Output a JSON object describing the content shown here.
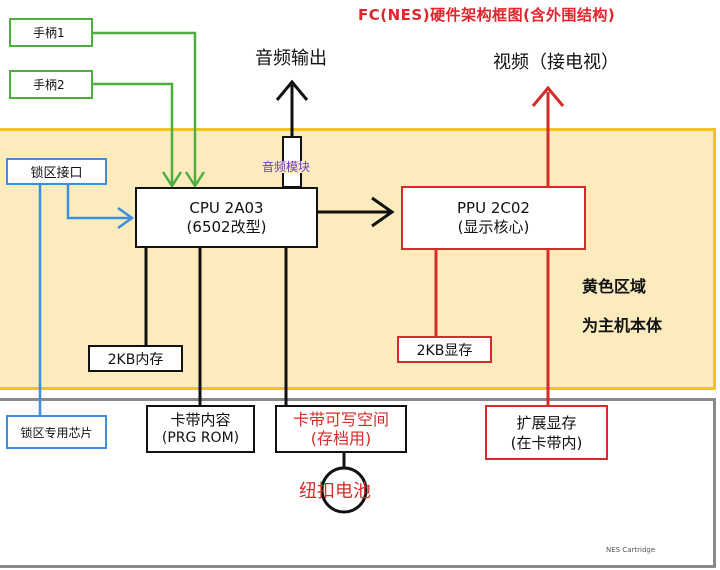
{
  "title": "FC(NES)硬件架构框图(含外围结构)",
  "audio_out": "音频输出",
  "video_out": "视频（接电视）",
  "controller1": "手柄1",
  "controller2": "手柄2",
  "lockout_port": "锁区接口",
  "audio_module": "音频模块",
  "cpu": {
    "line1": "CPU 2A03",
    "line2": "(6502改型)"
  },
  "ppu": {
    "line1": "PPU 2C02",
    "line2": "(显示核心)"
  },
  "yellow_area": {
    "line1": "黄色区域",
    "line2": "为主机本体"
  },
  "ram": "2KB内存",
  "vram": "2KB显存",
  "lockout_chip": "锁区专用芯片",
  "prg_rom": {
    "line1": "卡带内容",
    "line2": "(PRG ROM)"
  },
  "save_ram": {
    "line1": "卡带可写空间",
    "line2": "(存档用)"
  },
  "battery": "纽扣电池",
  "ext_vram": {
    "line1": "扩展显存",
    "line2": "(在卡带内)"
  },
  "cartridge_label": "NES Cartridge",
  "colors": {
    "green": "#4caf3e",
    "blue": "#3e8ede",
    "red": "#d42b2b",
    "black": "#111111",
    "yellow_fill": "#fbebbd",
    "yellow_border": "#f4c31c",
    "gray_border": "#8a8a8a"
  }
}
